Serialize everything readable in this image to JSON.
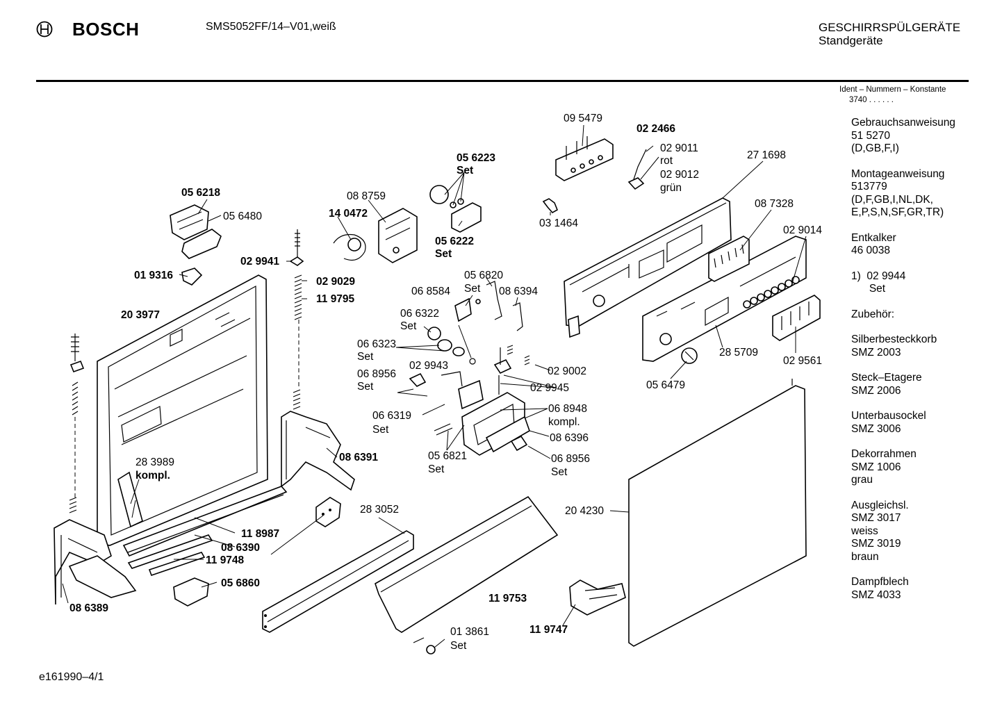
{
  "header": {
    "brand": "BOSCH",
    "model": "SMS5052FF/14–V01,weiß",
    "category": "GESCHIRRSPÜLGERÄTE",
    "subcategory": "Standgeräte"
  },
  "ident": {
    "label": "Ident – Nummern – Konstante",
    "value": "3740 . .  . . . ."
  },
  "sidebar": [
    "Gebrauchsanweisung\n51 5270\n(D,GB,F,I)",
    "Montageanweisung\n513779\n(D,F,GB,I,NL,DK,\nE,P,S,N,SF,GR,TR)",
    "Entkalker\n46 0038",
    "1)  02 9944\n      Set",
    "Zubehör:",
    "Silberbesteckkorb\nSMZ 2003",
    "Steck–Etagere\nSMZ 2006",
    "Unterbausockel\nSMZ 3006",
    "Dekorrahmen\nSMZ 1006\ngrau",
    "Ausgleichsl.\nSMZ 3017\nweiss\nSMZ 3019\nbraun",
    "Dampfblech\nSMZ 4033"
  ],
  "labels": {
    "l056218": "05 6218",
    "l056480": "05 6480",
    "l019316": "01 9316",
    "l203977": "20 3977",
    "l029941": "02 9941",
    "l029029": "02 9029",
    "l119795": "11 9795",
    "l283989a": "28 3989",
    "l283989b": "kompl.",
    "l118987": "11 8987",
    "l086390": "08 6390",
    "l119748": "11 9748",
    "l056860": "05 6860",
    "l086389": "08 6389",
    "l086391": "08 6391",
    "l140472": "14 0472",
    "l088759": "08 8759",
    "l056223a": "05 6223",
    "l056223b": "Set",
    "l056222a": "05 6222",
    "l056222b": "Set",
    "l095479": "09 5479",
    "l022466": "02 2466",
    "l029011": "02 9011",
    "lrot": "rot",
    "l029012": "02 9012",
    "lgruen": "grün",
    "l031464": "03 1464",
    "l271698": "27 1698",
    "l087328": "08 7328",
    "l029014": "02 9014",
    "l056820a": "05 6820",
    "l056820b": "Set",
    "l068584": "06 8584",
    "l086394": "08 6394",
    "l066322a": "06 6322",
    "l066322b": "Set",
    "l066323a": "06 6323",
    "l066323b": "Set",
    "l068956a": "06 8956",
    "l068956b": "Set",
    "l029943": "02 9943",
    "l029002": "02 9002",
    "l029945": "02 9945",
    "l066319a": "06 6319",
    "l066319b": "Set",
    "l068948a": "06 8948",
    "l068948b": "kompl.",
    "l086396": "08 6396",
    "l068956c": "06 8956",
    "l068956d": "Set",
    "l056821a": "05 6821",
    "l056821b": "Set",
    "l285709": "28 5709",
    "l029561": "02 9561",
    "l056479": "05 6479",
    "l283052": "28 3052",
    "l119753": "11 9753",
    "l013861a": "01 3861",
    "l013861b": "Set",
    "l119747": "11 9747",
    "l204230": "20 4230"
  },
  "footer": "e161990–4/1"
}
